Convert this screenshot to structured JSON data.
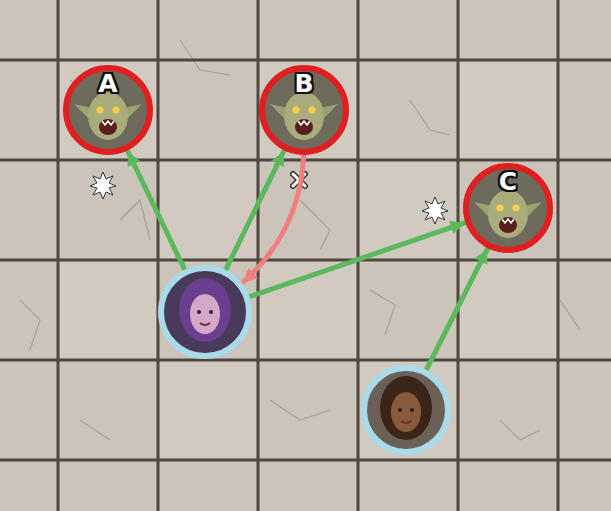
{
  "diagram": {
    "nodes": [
      {
        "text": [
          "A"
        ]
      },
      {
        "text": [
          "B"
        ]
      },
      {
        "text": [
          "C"
        ]
      },
      {
        "text": []
      },
      {
        "text": []
      }
    ],
    "edges": [
      {
        "from": 3,
        "to": 0,
        "arrow": "to"
      },
      {
        "from": 3,
        "to": 1,
        "arrow": "to"
      },
      {
        "from": 1,
        "to": 3,
        "arrow": "to"
      },
      {
        "from": 3,
        "to": 2,
        "arrow": "to"
      },
      {
        "from": 4,
        "to": 2,
        "arrow": "to"
      }
    ]
  }
}
